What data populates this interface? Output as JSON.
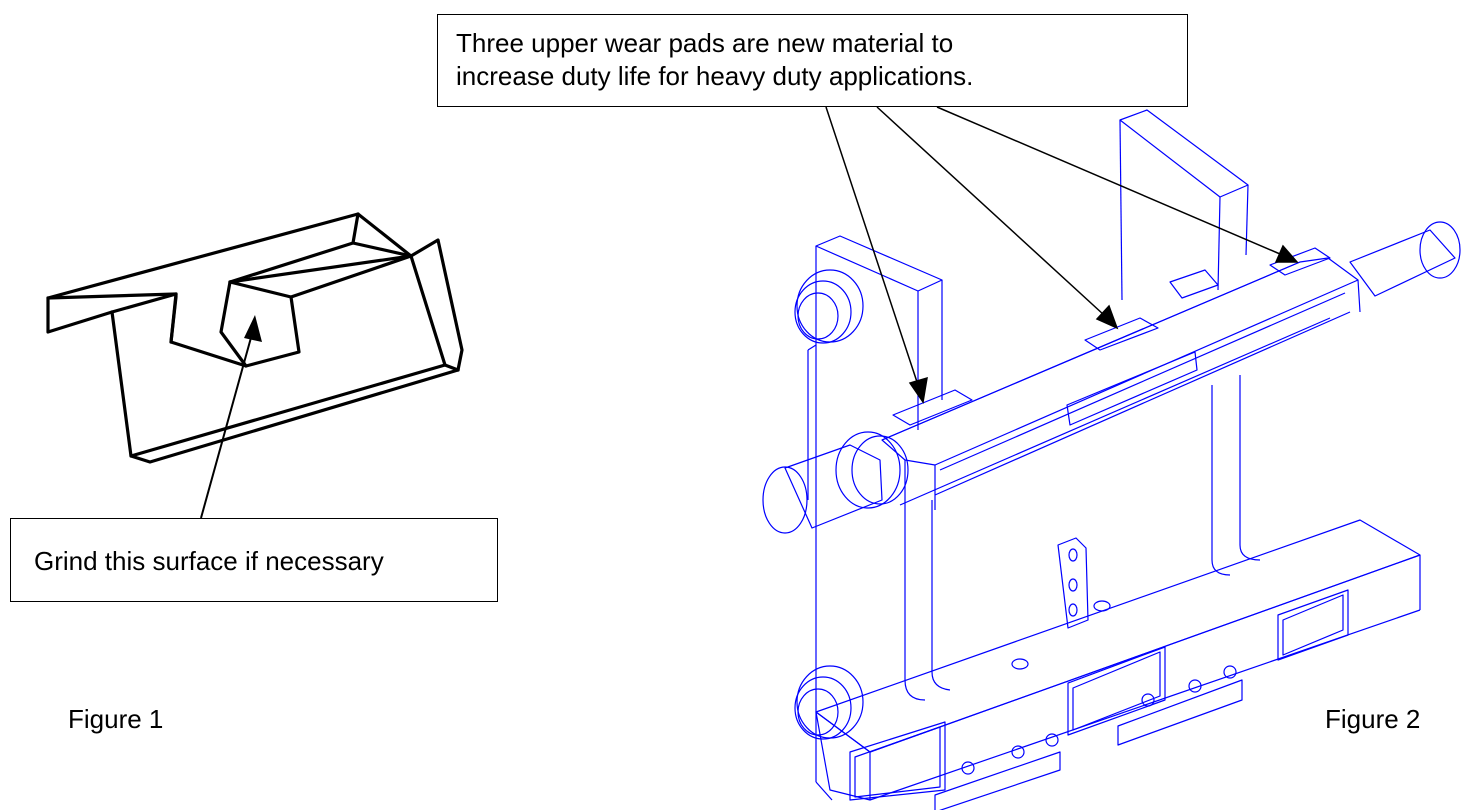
{
  "figure1": {
    "label": "Figure 1",
    "callout": "Grind this surface if necessary"
  },
  "figure2": {
    "label": "Figure 2",
    "callout_line1": "Three upper wear pads are new material to",
    "callout_line2": "increase duty life for heavy duty applications."
  },
  "colors": {
    "figure1_lines": "#000000",
    "figure2_lines": "#0000ff",
    "callout_border": "#000000"
  }
}
